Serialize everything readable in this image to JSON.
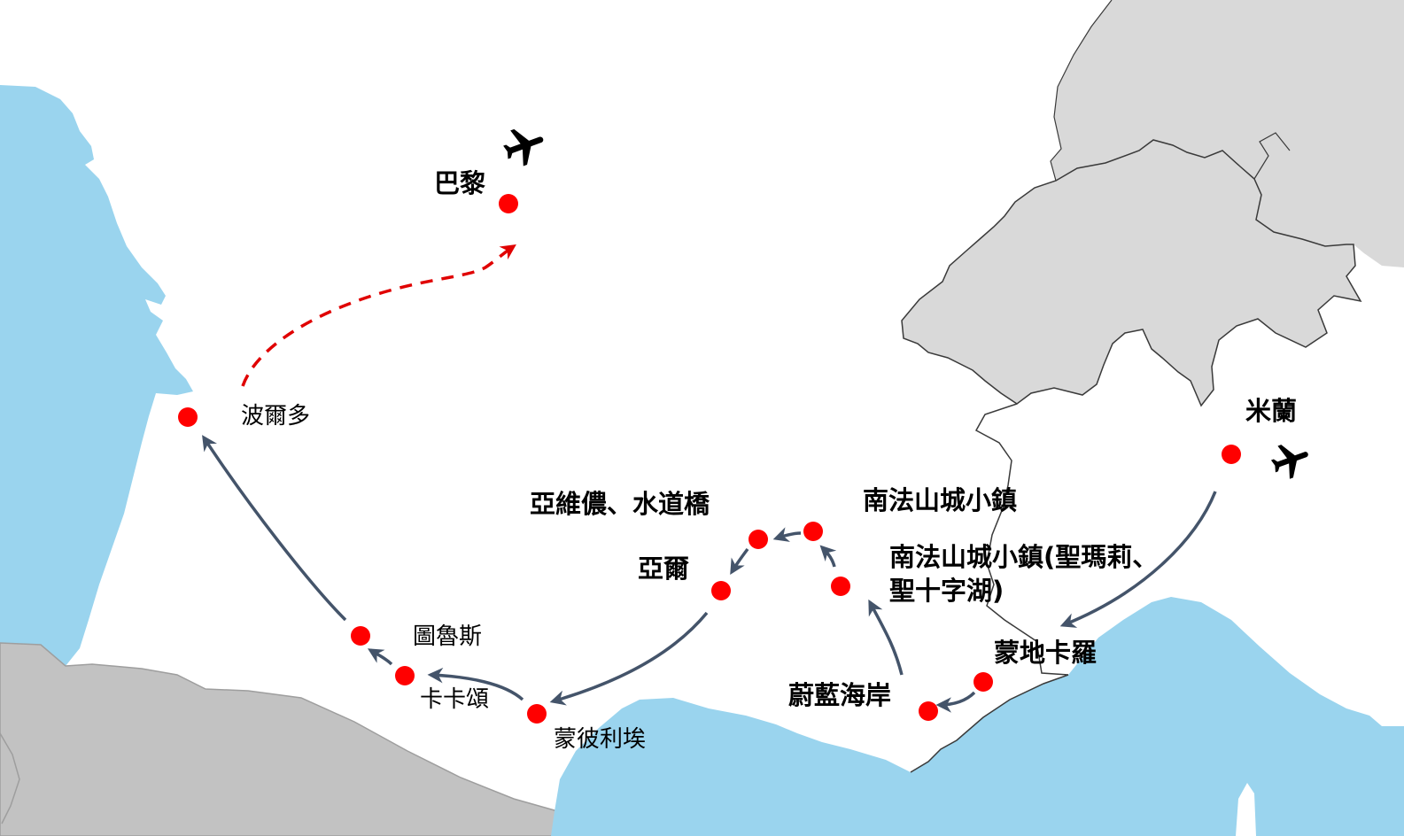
{
  "colors": {
    "sea": "#9AD4EE",
    "foreign_land": "#D9D9D9",
    "spain_land": "#C2C2C2",
    "land": "#FFFFFF",
    "border": "#3A3A3A",
    "city_marker": "#FF0000",
    "route_arrow": "#44546A",
    "flight_arrow": "#E00000",
    "plane_icon": "#000000"
  },
  "icons": [
    "airplane-icon",
    "airplane-icon"
  ],
  "cities": {
    "paris": "巴黎",
    "bordeaux": "波爾多",
    "milan": "米蘭",
    "avignon": "亞維儂、水道橋",
    "arles": "亞爾",
    "hilltown": "南法山城小鎮",
    "hilltown_detail_line1": "南法山城小鎮(聖瑪莉、",
    "hilltown_detail_line2": "聖十字湖)",
    "toulouse": "圖魯斯",
    "carcassonne": "卡卡頌",
    "montpellier": "蒙彼利埃",
    "monaco": "蒙地卡羅",
    "cote_dazur": "蔚藍海岸"
  },
  "route": {
    "driving_sequence": [
      "米蘭",
      "蒙地卡羅",
      "蔚藍海岸",
      "南法山城小鎮(聖瑪莉、聖十字湖)",
      "南法山城小鎮",
      "亞維儂、水道橋",
      "亞爾",
      "蒙彼利埃",
      "卡卡頌",
      "圖魯斯",
      "波爾多"
    ],
    "flight": [
      "波爾多",
      "巴黎"
    ]
  }
}
